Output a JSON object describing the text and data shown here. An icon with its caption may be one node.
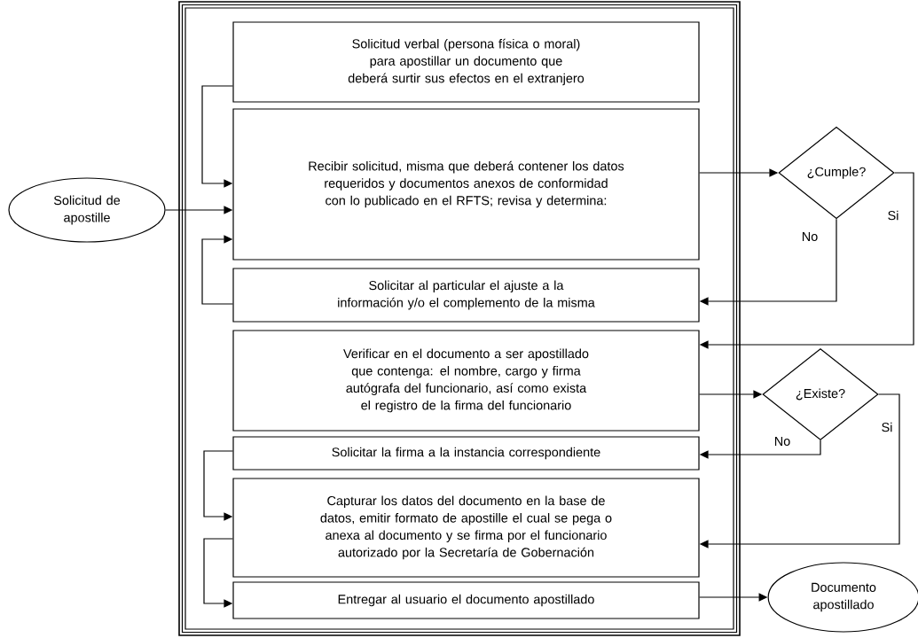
{
  "diagram": {
    "nodes": [
      {
        "text": [
          "Solicitud de apostille"
        ]
      },
      {
        "text": [
          "Solicitud verbal (persona física o moral) para apostillar un documento que deberá surtir sus efectos en el extranjero"
        ]
      },
      {
        "text": [
          "Recibir solicitud, misma que deberá contener los datos requeridos y documentos anexos de conformidad con lo publicado en el RFTS; revisa y determina:"
        ]
      },
      {
        "text": [
          "¿Cumple?"
        ]
      },
      {
        "text": [
          "Solicitar al particular el ajuste a la información y/o el complemento de la misma"
        ]
      },
      {
        "text": [
          "Verificar en el documento a ser apostillado que contenga: el nombre, cargo y firma autógrafa del funcionario, así como exista el registro de la firma del funcionario"
        ]
      },
      {
        "text": [
          "¿Existe?"
        ]
      },
      {
        "text": [
          "Solicitar la firma a la instancia correspondiente"
        ]
      },
      {
        "text": [
          "Capturar los datos del documento en la base de datos, emitir formato de apostille el cual se pega o anexa al documento y se firma por el funcionario autorizado por la Secretaría de Gobernación"
        ]
      },
      {
        "text": [
          "Entregar al usuario el documento apostillado"
        ]
      },
      {
        "text": [
          "Documento apostillado"
        ]
      }
    ],
    "edges": [
      {
        "from": 1,
        "to": 2,
        "arrow": "to"
      },
      {
        "from": 0,
        "to": 2,
        "arrow": "to"
      },
      {
        "from": 4,
        "to": 2,
        "arrow": "to"
      },
      {
        "from": 2,
        "to": 3,
        "arrow": "to"
      },
      {
        "from": 3,
        "to": 4,
        "arrow": "to",
        "label": "No"
      },
      {
        "from": 3,
        "to": 5,
        "arrow": "to",
        "label": "Si"
      },
      {
        "from": 5,
        "to": 6,
        "arrow": "to"
      },
      {
        "from": 6,
        "to": 7,
        "arrow": "to",
        "label": "No"
      },
      {
        "from": 6,
        "to": 8,
        "arrow": "to",
        "label": "Si"
      },
      {
        "from": 7,
        "to": 8,
        "arrow": "to"
      },
      {
        "from": 8,
        "to": 9,
        "arrow": "to"
      },
      {
        "from": 9,
        "to": 10,
        "arrow": "to"
      }
    ]
  }
}
